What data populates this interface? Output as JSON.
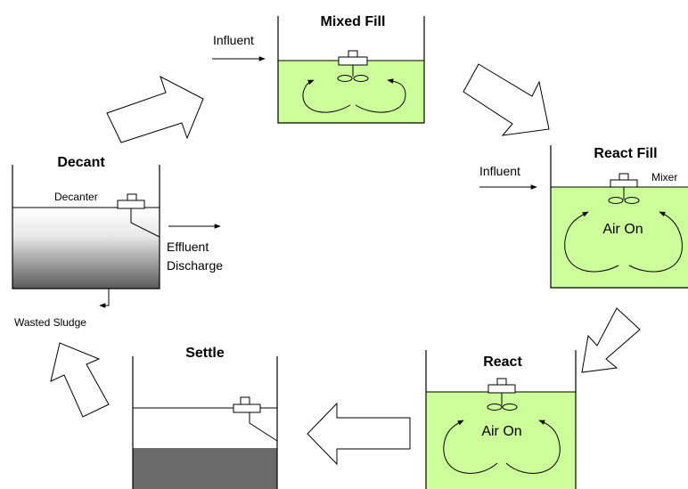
{
  "colors": {
    "liquid_green": "#ccff99",
    "sludge_dark": "#6b6b6b",
    "outline": "#000000"
  },
  "stages": {
    "mixed_fill": {
      "title": "Mixed Fill",
      "influent": "Influent"
    },
    "react_fill": {
      "title": "React Fill",
      "influent": "Influent",
      "mixer": "Mixer",
      "air": "Air On"
    },
    "react": {
      "title": "React",
      "air": "Air On"
    },
    "settle": {
      "title": "Settle"
    },
    "decant": {
      "title": "Decant",
      "decanter": "Decanter",
      "effluent": "Effluent",
      "discharge": "Discharge",
      "wasted": "Wasted Sludge"
    }
  }
}
